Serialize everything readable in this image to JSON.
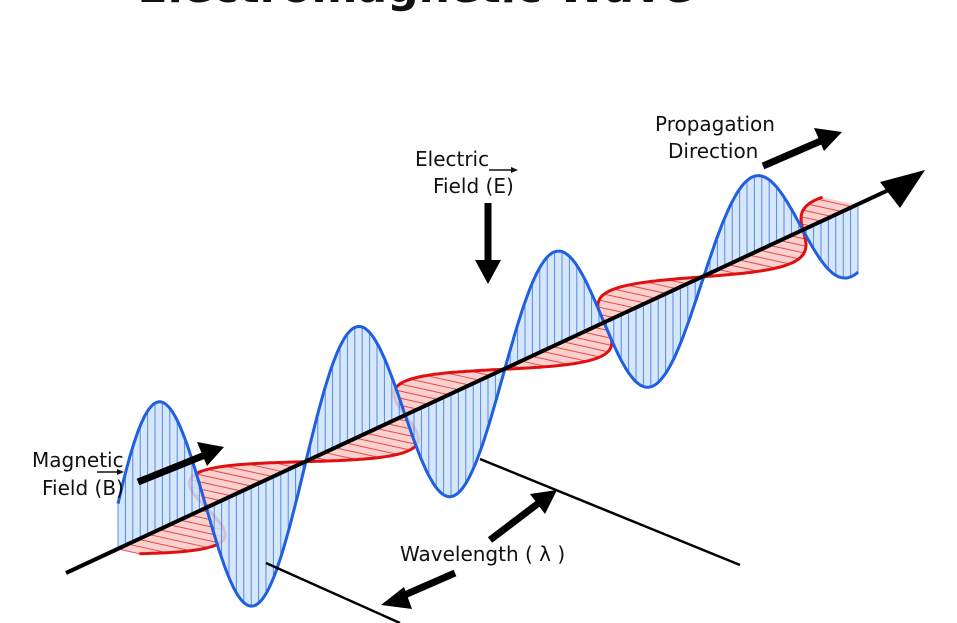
{
  "title": "Electromagnetic Wave",
  "labels": {
    "electric_line1": "Electric",
    "electric_line2": "Field (E)",
    "magnetic_line1": "Magnetic",
    "magnetic_line2": "Field (B)",
    "propagation_line1": "Propagation",
    "propagation_line2": "Direction",
    "wavelength": "Wavelength ( λ )"
  },
  "colors": {
    "electric_stroke": "#1f5fe0",
    "electric_fill": "#cfe3fa",
    "magnetic_stroke": "#e01010",
    "magnetic_fill": "#f9c9c6",
    "axis": "#000000"
  },
  "icons": {
    "propagation": "arrow-icon",
    "electric_pointer": "arrow-icon",
    "magnetic_pointer": "arrow-icon",
    "wavelength_pointer": "arrow-icon"
  }
}
